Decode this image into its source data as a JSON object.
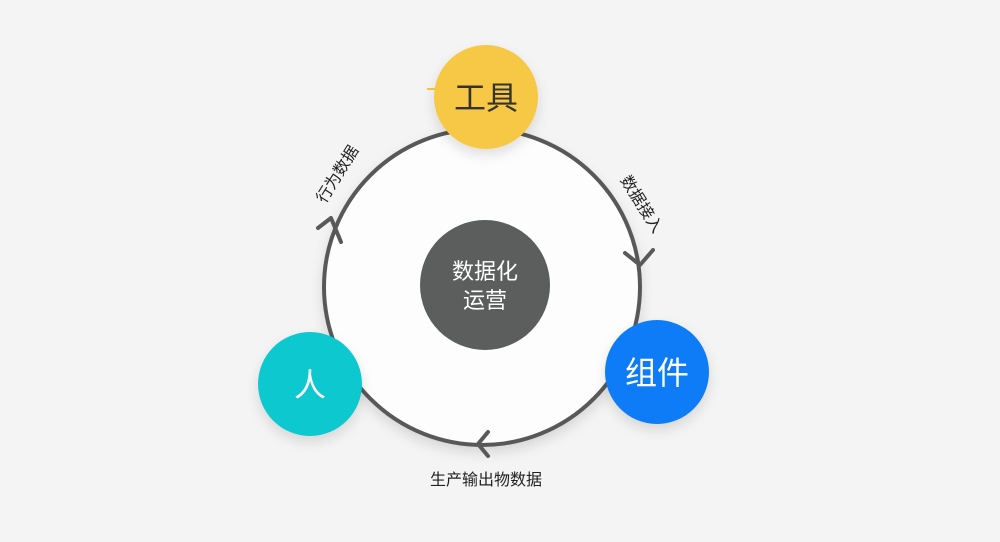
{
  "center": {
    "line1": "数据化",
    "line2": "运营",
    "color": "#5b5e5c"
  },
  "nodes": {
    "tools": {
      "label": "工具",
      "color": "#f7c844",
      "text_color": "#333333"
    },
    "components": {
      "label": "组件",
      "color": "#0a7cf6",
      "text_color": "#ffffff"
    },
    "people": {
      "label": "人",
      "color": "#10c8cf",
      "text_color": "#ffffff"
    }
  },
  "edges": {
    "tools_to_components": "数据接入",
    "components_to_people": "生产输出物数据",
    "people_to_tools": "行为数据"
  },
  "colors": {
    "ring": "#595959",
    "ring_fill": "#fdfdfd",
    "background": "#f4f4f4"
  }
}
